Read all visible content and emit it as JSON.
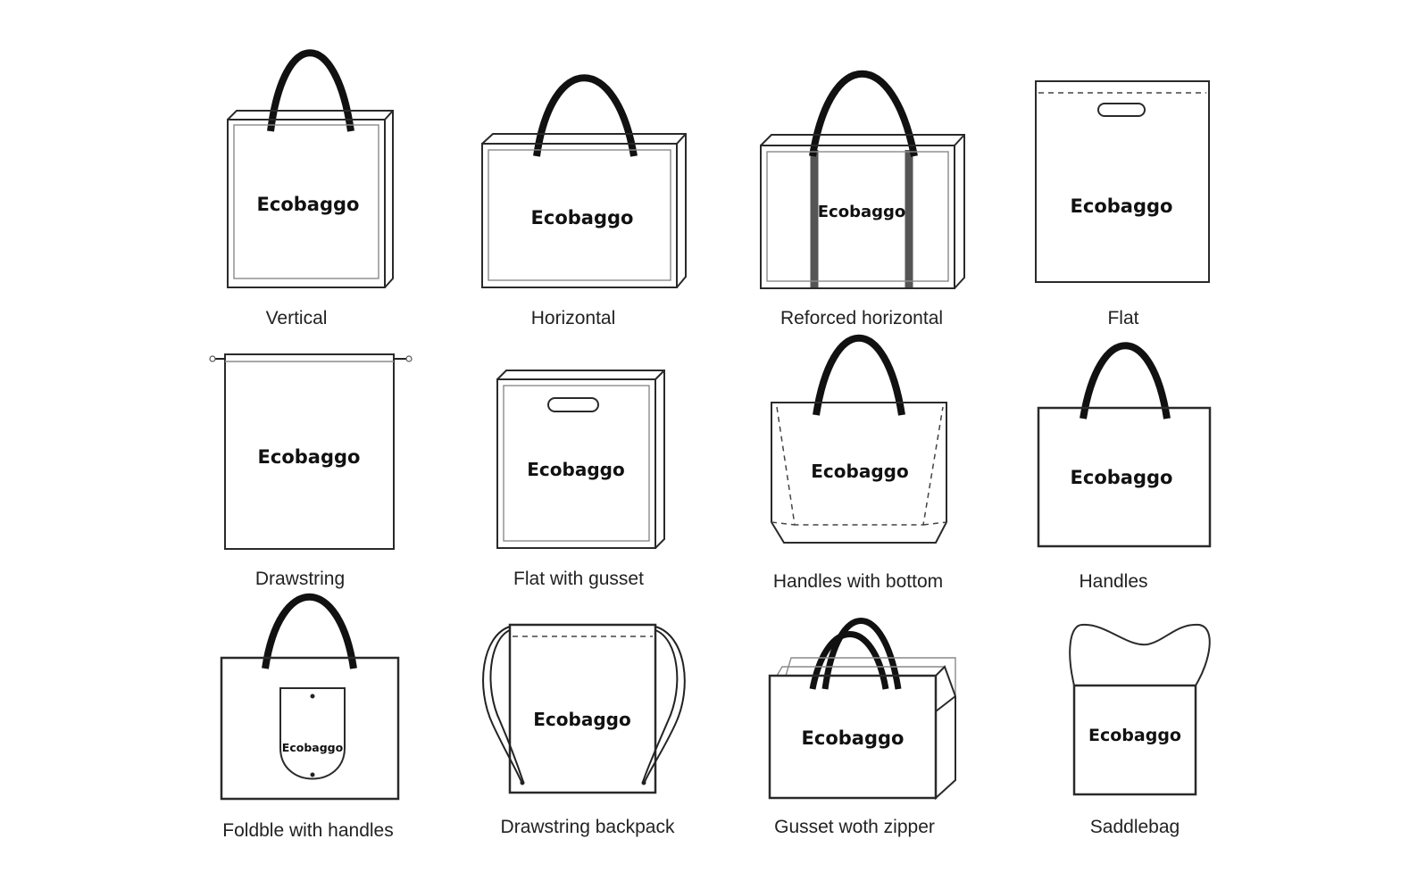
{
  "brand": {
    "logo_text": "Ecobaggo"
  },
  "bags": [
    {
      "id": "vertical",
      "caption": "Vertical"
    },
    {
      "id": "horizontal",
      "caption": "Horizontal"
    },
    {
      "id": "reforced-horizontal",
      "caption": "Reforced horizontal"
    },
    {
      "id": "flat",
      "caption": "Flat"
    },
    {
      "id": "drawstring",
      "caption": "Drawstring"
    },
    {
      "id": "flat-with-gusset",
      "caption": "Flat with gusset"
    },
    {
      "id": "handles-with-bottom",
      "caption": "Handles with bottom"
    },
    {
      "id": "handles",
      "caption": "Handles"
    },
    {
      "id": "foldble-with-handles",
      "caption": "Foldble with handles"
    },
    {
      "id": "drawstring-backpack",
      "caption": "Drawstring backpack"
    },
    {
      "id": "gusset-woth-zipper",
      "caption": "Gusset woth zipper"
    },
    {
      "id": "saddlebag",
      "caption": "Saddlebag"
    }
  ],
  "colors": {
    "ink": "#111111",
    "outline": "#2a2a2a",
    "strap": "#555555",
    "background": "#ffffff"
  }
}
